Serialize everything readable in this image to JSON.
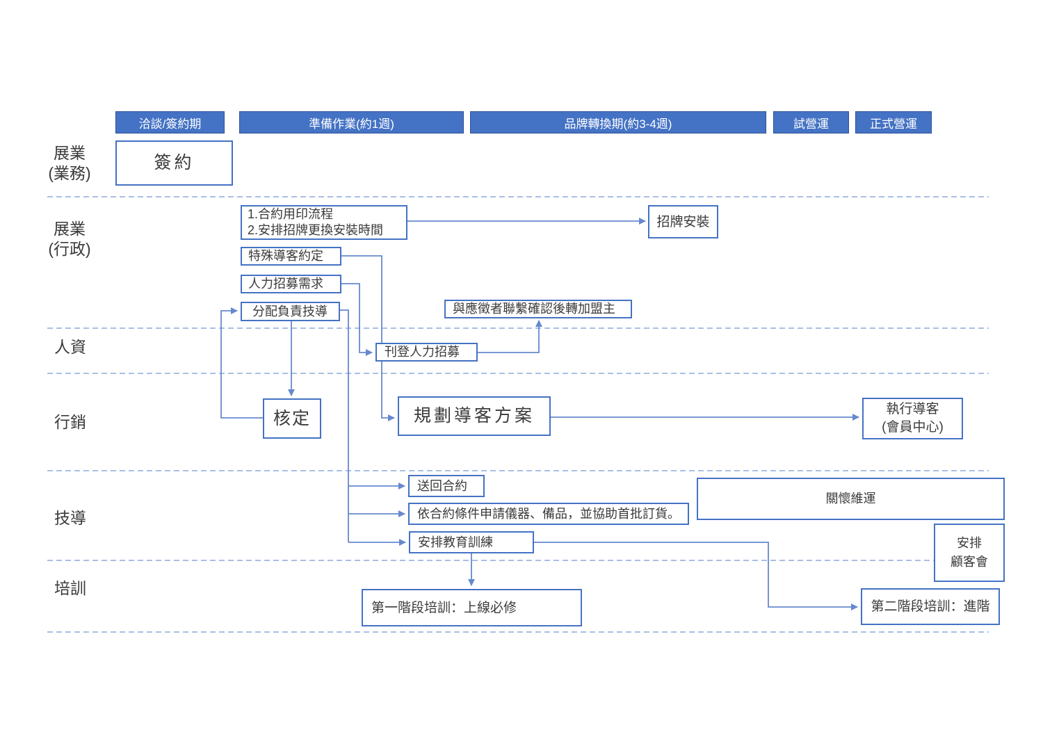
{
  "phases": [
    {
      "label": "洽談/簽約期"
    },
    {
      "label": "準備作業(約1週)"
    },
    {
      "label": "品牌轉換期(約3-4週)"
    },
    {
      "label": "試營運"
    },
    {
      "label": "正式營運"
    }
  ],
  "lanes": [
    {
      "label": "展業\n(業務)"
    },
    {
      "label": "展業\n(行政)"
    },
    {
      "label": "人資"
    },
    {
      "label": "行銷"
    },
    {
      "label": "技導"
    },
    {
      "label": "培訓"
    }
  ],
  "boxes": {
    "sign": {
      "label": "簽約"
    },
    "contract_print": {
      "label": "1.合約用印流程\n2.安排招牌更換安裝時間"
    },
    "special_guide": {
      "label": "特殊導客約定"
    },
    "hr_need": {
      "label": "人力招募需求"
    },
    "assign_tech": {
      "label": "分配負責技導"
    },
    "contact_applicant": {
      "label": "與應徵者聯繫確認後轉加盟主"
    },
    "sign_install": {
      "label": "招牌安裝"
    },
    "post_recruit": {
      "label": "刊登人力招募"
    },
    "approve": {
      "label": "核定"
    },
    "plan_guide": {
      "label": "規劃導客方案"
    },
    "exec_guide": {
      "label": "執行導客\n(會員中心)"
    },
    "return_contract": {
      "label": "送回合約"
    },
    "apply_equipment": {
      "label": "依合約條件申請儀器、備品，並協助首批訂貨。"
    },
    "arrange_training": {
      "label": "安排教育訓練"
    },
    "care_ops": {
      "label": "關懷維運"
    },
    "customer_meeting": {
      "label": "安排\n顧客會"
    },
    "training_stage1": {
      "label": "第一階段培訓：上線必修"
    },
    "training_stage2": {
      "label": "第二階段培訓：進階"
    }
  },
  "colors": {
    "phase_bar": "#4472C4",
    "phase_bar_border": "#2E5396",
    "phase_text": "#FFFFFF",
    "box_border": "#4472C4",
    "box_text": "#3A3A3A",
    "connector": "#6689CE",
    "lane_divider": "#8EA9DB"
  }
}
